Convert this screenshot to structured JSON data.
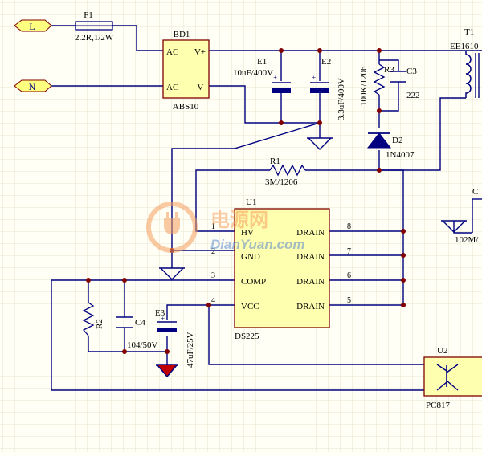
{
  "colors": {
    "background": "#FFFFF5",
    "grid": "#E4DCC4",
    "wire": "#000080",
    "junction": "#800000",
    "pin_number": "#000000",
    "label": "#000080",
    "ic_fill": "#FFFFB0",
    "ic_border": "#800000",
    "port_fill": "#FFFF80",
    "ground_fill": "#C00000",
    "watermark_orange": "#F5A060",
    "watermark_blue": "#5A8ACC"
  },
  "ports": {
    "line": "L",
    "neutral": "N"
  },
  "fuse": {
    "ref": "F1",
    "value": "2.2R,1/2W"
  },
  "bridge": {
    "ref": "BD1",
    "model": "ABS10",
    "ac_top": "AC",
    "ac_bottom": "AC",
    "v_plus": "V+",
    "v_minus": "V-"
  },
  "capacitors": {
    "e1": {
      "ref": "E1",
      "value": "10uF/400V"
    },
    "e2": {
      "ref": "E2",
      "value": "3.3uF/400V"
    },
    "c3": {
      "ref": "C3",
      "value": "222"
    },
    "c4": {
      "ref": "C4",
      "value": "104/50V"
    },
    "e3": {
      "ref": "E3",
      "value": "47uF/25V"
    },
    "c_out_partial": "C",
    "c_out_value_partial": "102M/"
  },
  "resistors": {
    "r1": {
      "ref": "R1",
      "value": "3M/1206"
    },
    "r2": {
      "ref": "R2"
    },
    "r3": {
      "ref": "R3",
      "value": "100K/1206"
    }
  },
  "diode": {
    "ref": "D2",
    "value": "1N4007"
  },
  "transformer": {
    "ref": "T1",
    "model_partial": "EE1610"
  },
  "ic": {
    "ref": "U1",
    "model": "DS225",
    "pins_left": [
      {
        "num": "1",
        "name": "HV"
      },
      {
        "num": "2",
        "name": "GND"
      },
      {
        "num": "3",
        "name": "COMP"
      },
      {
        "num": "4",
        "name": "VCC"
      }
    ],
    "pins_right": [
      {
        "num": "8",
        "name": "DRAIN"
      },
      {
        "num": "7",
        "name": "DRAIN"
      },
      {
        "num": "6",
        "name": "DRAIN"
      },
      {
        "num": "5",
        "name": "DRAIN"
      }
    ]
  },
  "optocoupler": {
    "ref": "U2",
    "model": "PC817"
  },
  "watermark": {
    "cn": "电源网",
    "en": "DianYuan.com"
  }
}
